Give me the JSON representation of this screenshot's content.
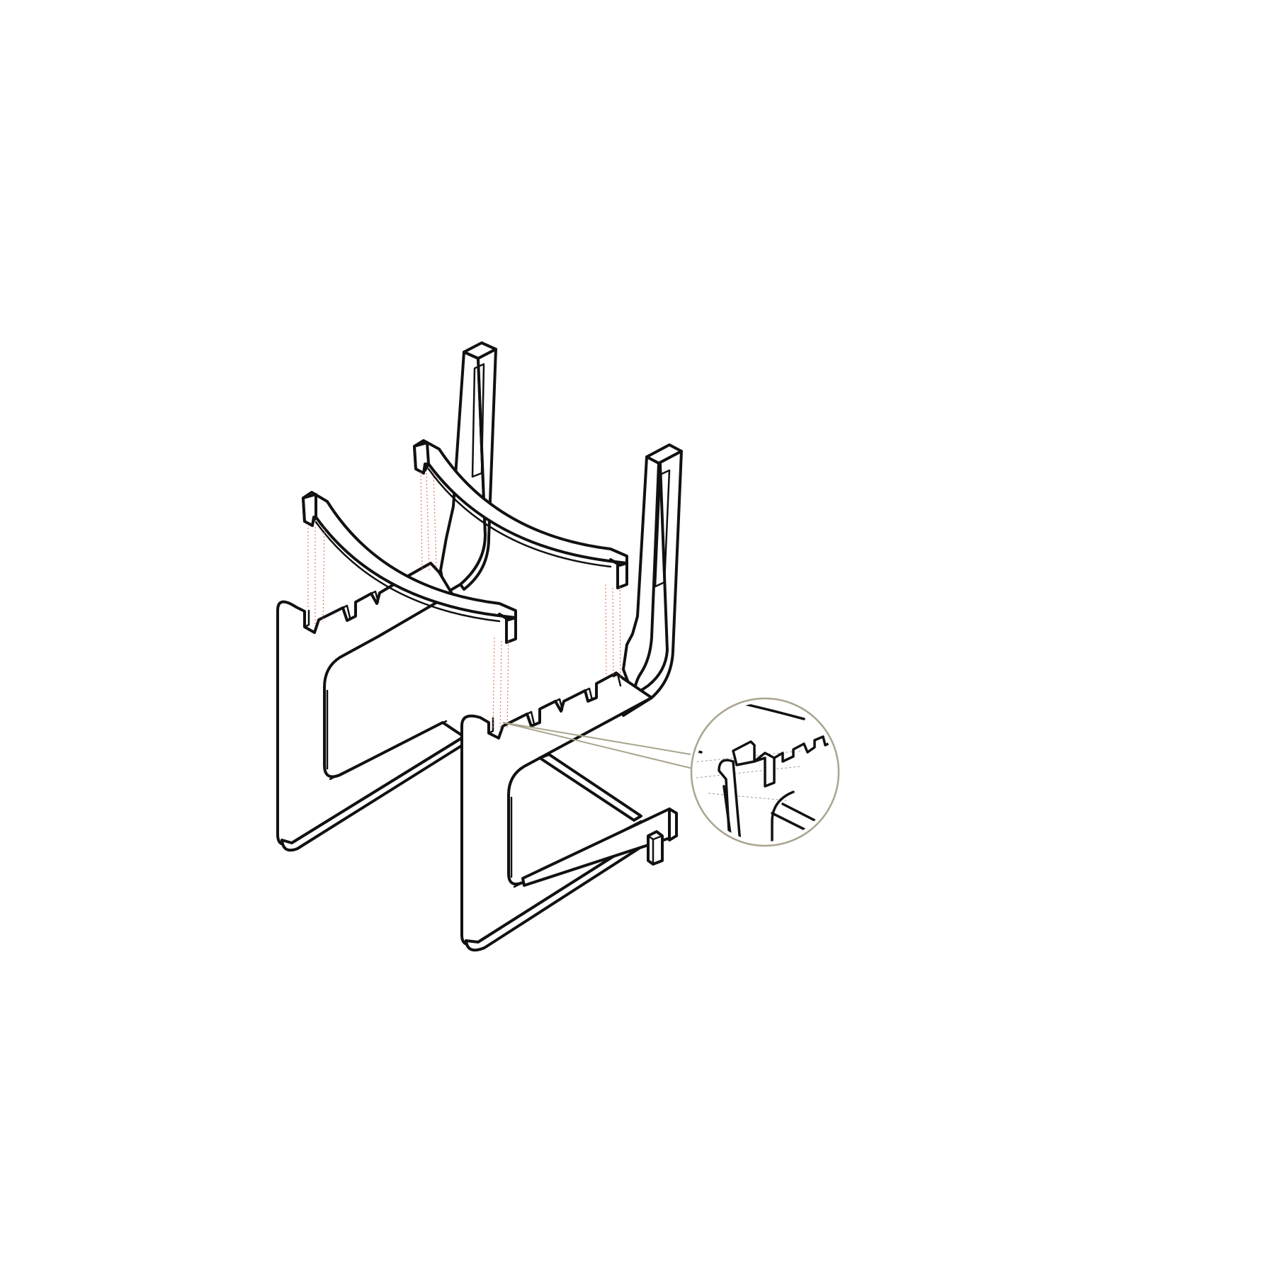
{
  "colors": {
    "line": "#111111",
    "background": "#ffffff",
    "alignment_guides": "#e0604a",
    "callout": "#a9a48c"
  },
  "parts": [
    "rear-side-panel",
    "front-side-panel",
    "rear-seat-rail",
    "front-seat-rail",
    "rear-stretcher",
    "front-stretcher",
    "stretcher-tenon"
  ],
  "detail_view": "joint-detail-inset"
}
